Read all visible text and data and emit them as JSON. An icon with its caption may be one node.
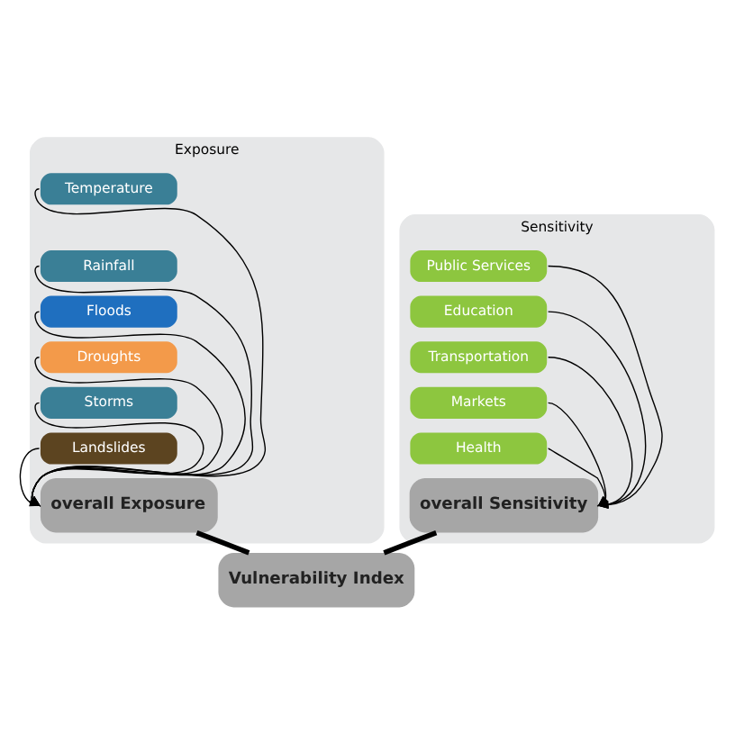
{
  "diagram": {
    "nodes": [
      {
        "text": [
          "Exposure"
        ]
      },
      {
        "text": [
          "Temperature"
        ],
        "in": 0
      },
      {
        "text": [
          "Rainfall"
        ],
        "in": 0
      },
      {
        "text": [
          "Floods"
        ],
        "in": 0
      },
      {
        "text": [
          "Droughts"
        ],
        "in": 0
      },
      {
        "text": [
          "Storms"
        ],
        "in": 0
      },
      {
        "text": [
          "Landslides"
        ],
        "in": 0
      },
      {
        "text": [
          "overall Exposure"
        ],
        "in": 0
      },
      {
        "text": [
          "Sensitivity"
        ]
      },
      {
        "text": [
          "Public Services"
        ],
        "in": 8
      },
      {
        "text": [
          "Education"
        ],
        "in": 8
      },
      {
        "text": [
          "Transportation"
        ],
        "in": 8
      },
      {
        "text": [
          "Markets"
        ],
        "in": 8
      },
      {
        "text": [
          "Health"
        ],
        "in": 8
      },
      {
        "text": [
          "overall Sensitivity"
        ],
        "in": 8
      },
      {
        "text": [
          "Vulnerability Index"
        ]
      }
    ],
    "edges": [
      {
        "from": 1,
        "to": 7,
        "arrow": "to"
      },
      {
        "from": 2,
        "to": 7,
        "arrow": "to"
      },
      {
        "from": 3,
        "to": 7,
        "arrow": "to"
      },
      {
        "from": 4,
        "to": 7,
        "arrow": "to"
      },
      {
        "from": 5,
        "to": 7,
        "arrow": "to"
      },
      {
        "from": 6,
        "to": 7,
        "arrow": "to"
      },
      {
        "from": 9,
        "to": 14,
        "arrow": "to"
      },
      {
        "from": 10,
        "to": 14,
        "arrow": "to"
      },
      {
        "from": 11,
        "to": 14,
        "arrow": "to"
      },
      {
        "from": 12,
        "to": 14,
        "arrow": "to"
      },
      {
        "from": 13,
        "to": 14,
        "arrow": "to"
      },
      {
        "from": 7,
        "to": 15,
        "arrow": "none",
        "style": "thick"
      },
      {
        "from": 14,
        "to": 15,
        "arrow": "none",
        "style": "thick"
      }
    ]
  }
}
